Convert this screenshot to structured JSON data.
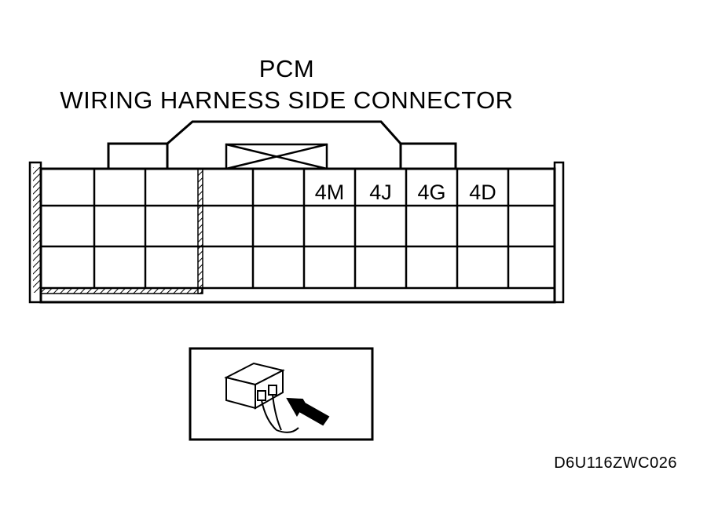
{
  "header": {
    "title": "PCM",
    "subtitle": "WIRING HARNESS SIDE CONNECTOR"
  },
  "connector": {
    "pins": [
      {
        "label": "4M"
      },
      {
        "label": "4J"
      },
      {
        "label": "4G"
      },
      {
        "label": "4D"
      }
    ]
  },
  "inset": {
    "description_icon": "connector-view-arrow-icon"
  },
  "figure_code": "D6U116ZWC026",
  "colors": {
    "line": "#000000",
    "background": "#ffffff"
  }
}
